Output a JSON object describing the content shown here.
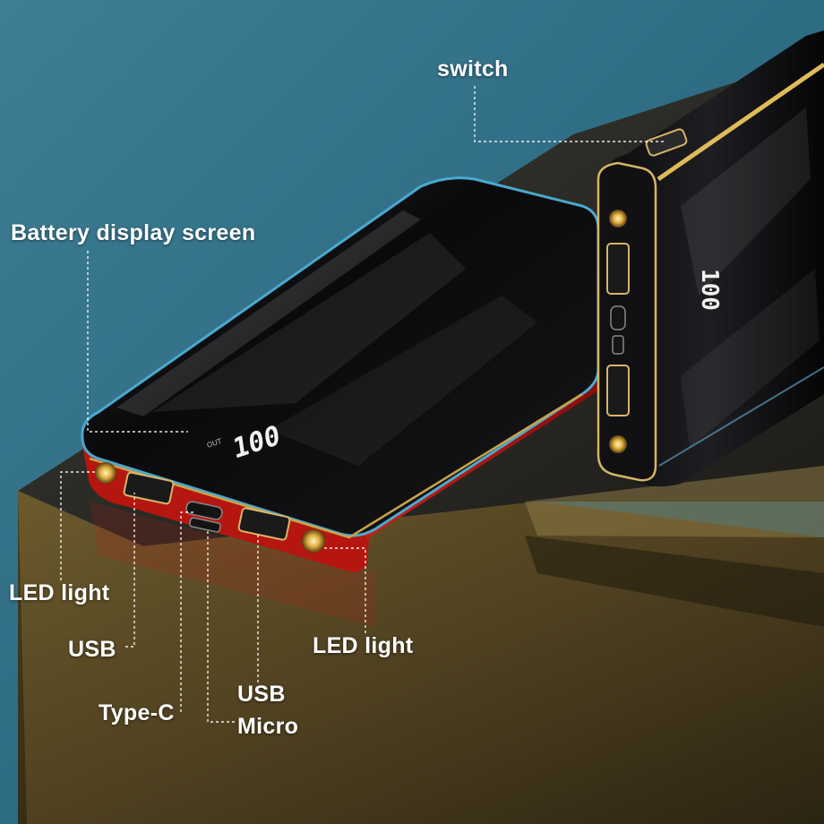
{
  "labels": {
    "switch": "switch",
    "battery_display_screen": "Battery display screen",
    "led_light_left": "LED light",
    "usb_left": "USB",
    "led_light_right": "LED light",
    "usb_right": "USB",
    "type_c": "Type-C",
    "micro": "Micro"
  },
  "display": {
    "front_reading": "100",
    "front_caption": "OUT",
    "back_reading": "100"
  },
  "colors": {
    "background": "#2f6f86",
    "table_top": "#2c2a22",
    "table_front": "#5c4a22",
    "bank_case_red": "#c01a14",
    "bank_glass": "#0b0b0d",
    "trim_gold": "#c9a24a",
    "leader_line": "#ffffff"
  }
}
